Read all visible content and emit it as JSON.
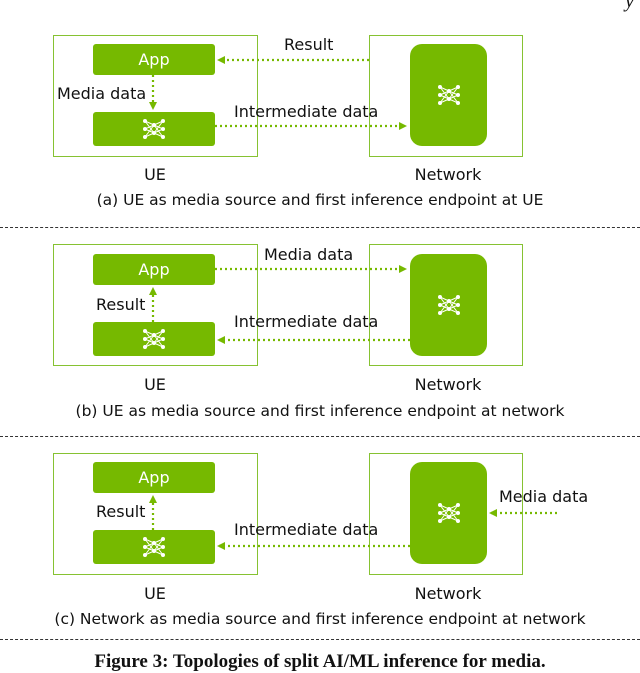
{
  "header": {
    "cut_text": "y"
  },
  "panels": [
    {
      "ue_label": "UE",
      "network_label": "Network",
      "app_label": "App",
      "arrow_top_label": "Result",
      "arrow_bottom_label": "Intermediate data",
      "vertical_label": "Media data",
      "caption": "(a) UE as media source and first inference endpoint at UE"
    },
    {
      "ue_label": "UE",
      "network_label": "Network",
      "app_label": "App",
      "arrow_top_label": "Media data",
      "arrow_bottom_label": "Intermediate data",
      "vertical_label": "Result",
      "caption": "(b) UE as media source and first inference endpoint at network"
    },
    {
      "ue_label": "UE",
      "network_label": "Network",
      "app_label": "App",
      "arrow_external_label": "Media data",
      "arrow_bottom_label": "Intermediate data",
      "vertical_label": "Result",
      "caption": "(c) Network as media source and first inference endpoint at network"
    }
  ],
  "figure_caption": "Figure 3: Topologies of split AI/ML inference for media.",
  "colors": {
    "accent": "#76b900",
    "frame": "#86c232"
  },
  "icons": {
    "model": "neural-network-icon"
  }
}
